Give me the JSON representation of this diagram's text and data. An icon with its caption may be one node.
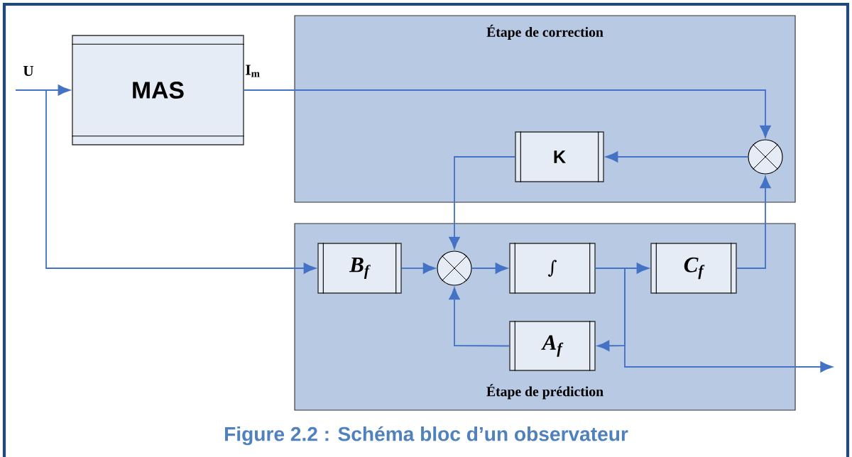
{
  "diagram": {
    "caption": "Figure 2.2 : Schéma bloc d’un observateur",
    "nodes": [
      {
        "text": [
          "Étape de correction"
        ]
      },
      {
        "text": [
          "Étape de prédiction"
        ]
      },
      {
        "text": [
          "MAS"
        ]
      },
      {
        "text": [
          "K"
        ],
        "in": 0
      },
      {
        "text": [],
        "shape": "circle",
        "in": 0
      },
      {
        "text": [
          "B$_{f}$"
        ],
        "in": 1
      },
      {
        "text": [],
        "shape": "circle",
        "in": 1
      },
      {
        "text": [
          "∫"
        ],
        "in": 1
      },
      {
        "text": [
          "C$_{f}$"
        ],
        "in": 1
      },
      {
        "text": [
          "A$_{f}$"
        ],
        "in": 1
      }
    ],
    "edges": [
      {
        "from": null,
        "to": 2,
        "arrow": "to"
      },
      {
        "from": null,
        "to": 5,
        "arrow": "to"
      },
      {
        "from": 2,
        "to": 4,
        "arrow": "to"
      },
      {
        "from": 4,
        "to": 3,
        "arrow": "to"
      },
      {
        "from": 3,
        "to": 6,
        "arrow": "to"
      },
      {
        "from": 5,
        "to": 6,
        "arrow": "to"
      },
      {
        "from": 6,
        "to": 7,
        "arrow": "to"
      },
      {
        "from": 7,
        "to": 8,
        "arrow": "to"
      },
      {
        "from": 7,
        "to": 9,
        "arrow": "to"
      },
      {
        "from": 7,
        "to": null,
        "arrow": "to"
      },
      {
        "from": 8,
        "to": 4,
        "arrow": "to"
      },
      {
        "from": 9,
        "to": 6,
        "arrow": "to"
      }
    ],
    "labels": [
      "U",
      "I$_{m}$"
    ]
  }
}
